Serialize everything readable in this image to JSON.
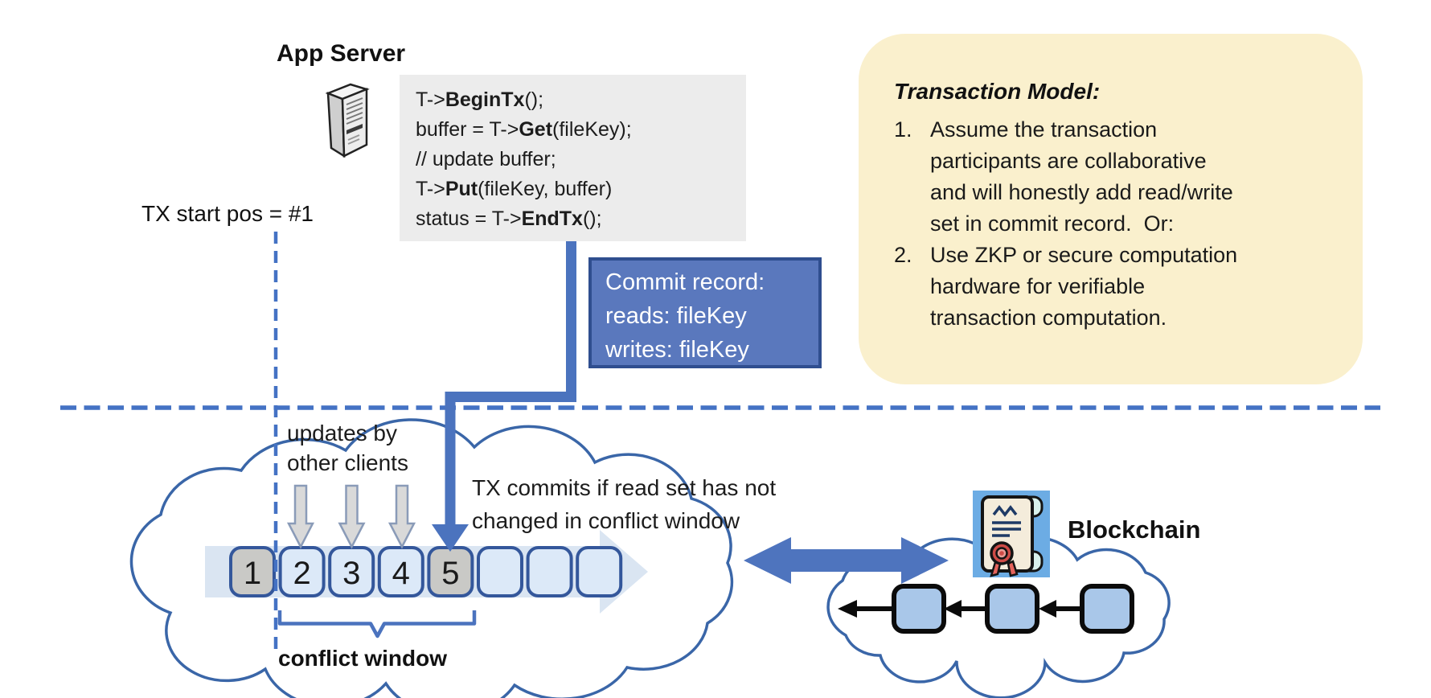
{
  "colors": {
    "accent_blue": "#4472C4",
    "connector_blue": "#4B73BE",
    "commit_box_fill": "#5A78BD",
    "commit_box_border": "#2F4E8F",
    "model_box_fill": "#FAF0CD",
    "code_box_fill": "#ECECEC",
    "cloud_stroke": "#3A66A8",
    "slot_border": "#34579B",
    "slot_fill_light": "#DCE9F8",
    "slot_fill_gray": "#C9C9C6",
    "band_arrow_fill": "#DAE5F2",
    "gray_arrow_fill": "#D9D9D9",
    "blockchain_block_fill": "#A9C7E9",
    "scroll_icon_bg": "#6CACE4",
    "seal_red": "#CE4B46"
  },
  "app_server": {
    "title": "App Server"
  },
  "code_block": {
    "lines": [
      [
        {
          "t": "T->"
        },
        {
          "t": "BeginTx",
          "b": true
        },
        {
          "t": "();"
        }
      ],
      [
        {
          "t": "buffer = T->"
        },
        {
          "t": "Get",
          "b": true
        },
        {
          "t": "(fileKey);"
        }
      ],
      [
        {
          "t": "// update buffer;"
        }
      ],
      [
        {
          "t": "T->"
        },
        {
          "t": "Put",
          "b": true
        },
        {
          "t": "(fileKey, buffer)"
        }
      ],
      [
        {
          "t": "status = T->"
        },
        {
          "t": "EndTx",
          "b": true
        },
        {
          "t": "();"
        }
      ]
    ]
  },
  "labels": {
    "tx_start": "TX start pos = #1",
    "updates": "updates by\nother clients",
    "commit_note": "TX commits if read set has not\nchanged in conflict window",
    "conflict_window": "conflict window",
    "blockchain": "Blockchain"
  },
  "commit_record": {
    "text": "Commit record:\nreads: fileKey\nwrites: fileKey"
  },
  "transaction_model": {
    "title": "Transaction Model:",
    "items": [
      {
        "num": "1.",
        "text": "Assume the transaction\nparticipants are collaborative\nand will honestly add read/write\nset in commit record.  Or:"
      },
      {
        "num": "2.",
        "text": "Use ZKP or secure computation\nhardware for verifiable\ntransaction computation."
      }
    ]
  },
  "timeline": {
    "slots": [
      "1",
      "2",
      "3",
      "4",
      "5",
      "",
      "",
      ""
    ]
  }
}
